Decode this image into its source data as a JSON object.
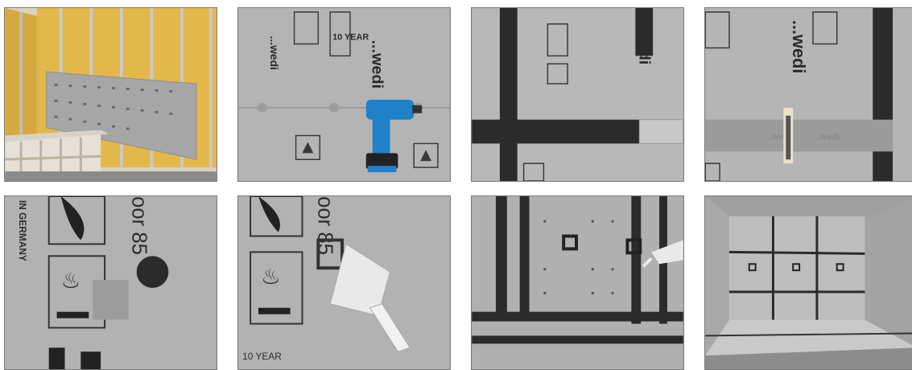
{
  "steps": [
    {
      "name": "insulation-and-board"
    },
    {
      "name": "drill-screwing"
    },
    {
      "name": "seam-sealing"
    },
    {
      "name": "tape-application"
    },
    {
      "name": "screw-head-patch"
    },
    {
      "name": "trowel-spreading"
    },
    {
      "name": "corner-sealing"
    },
    {
      "name": "finished-room"
    }
  ],
  "labels": {
    "brand": "...wedi",
    "year": "10 YEAR",
    "made_in": "IN GERMANY",
    "product": "oor 85"
  },
  "colors": {
    "insulation": "#e3b84a",
    "board": "#a6a6a6",
    "seal": "#2b2b2b",
    "drill": "#1f82c9",
    "tape": "#9b9b9b",
    "trowel": "#e9e9e9"
  }
}
